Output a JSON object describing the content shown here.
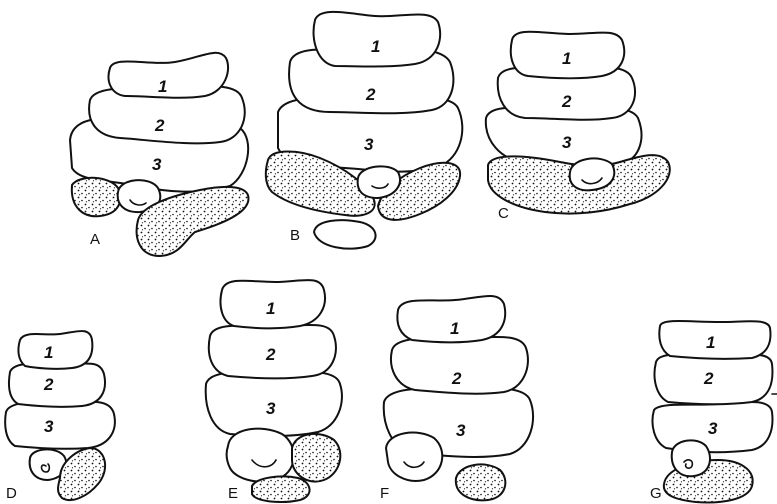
{
  "segment_labels": [
    "1",
    "2",
    "3"
  ],
  "panels": [
    {
      "label": "A"
    },
    {
      "label": "B"
    },
    {
      "label": "C"
    },
    {
      "label": "D"
    },
    {
      "label": "E"
    },
    {
      "label": "F"
    },
    {
      "label": "G"
    }
  ]
}
